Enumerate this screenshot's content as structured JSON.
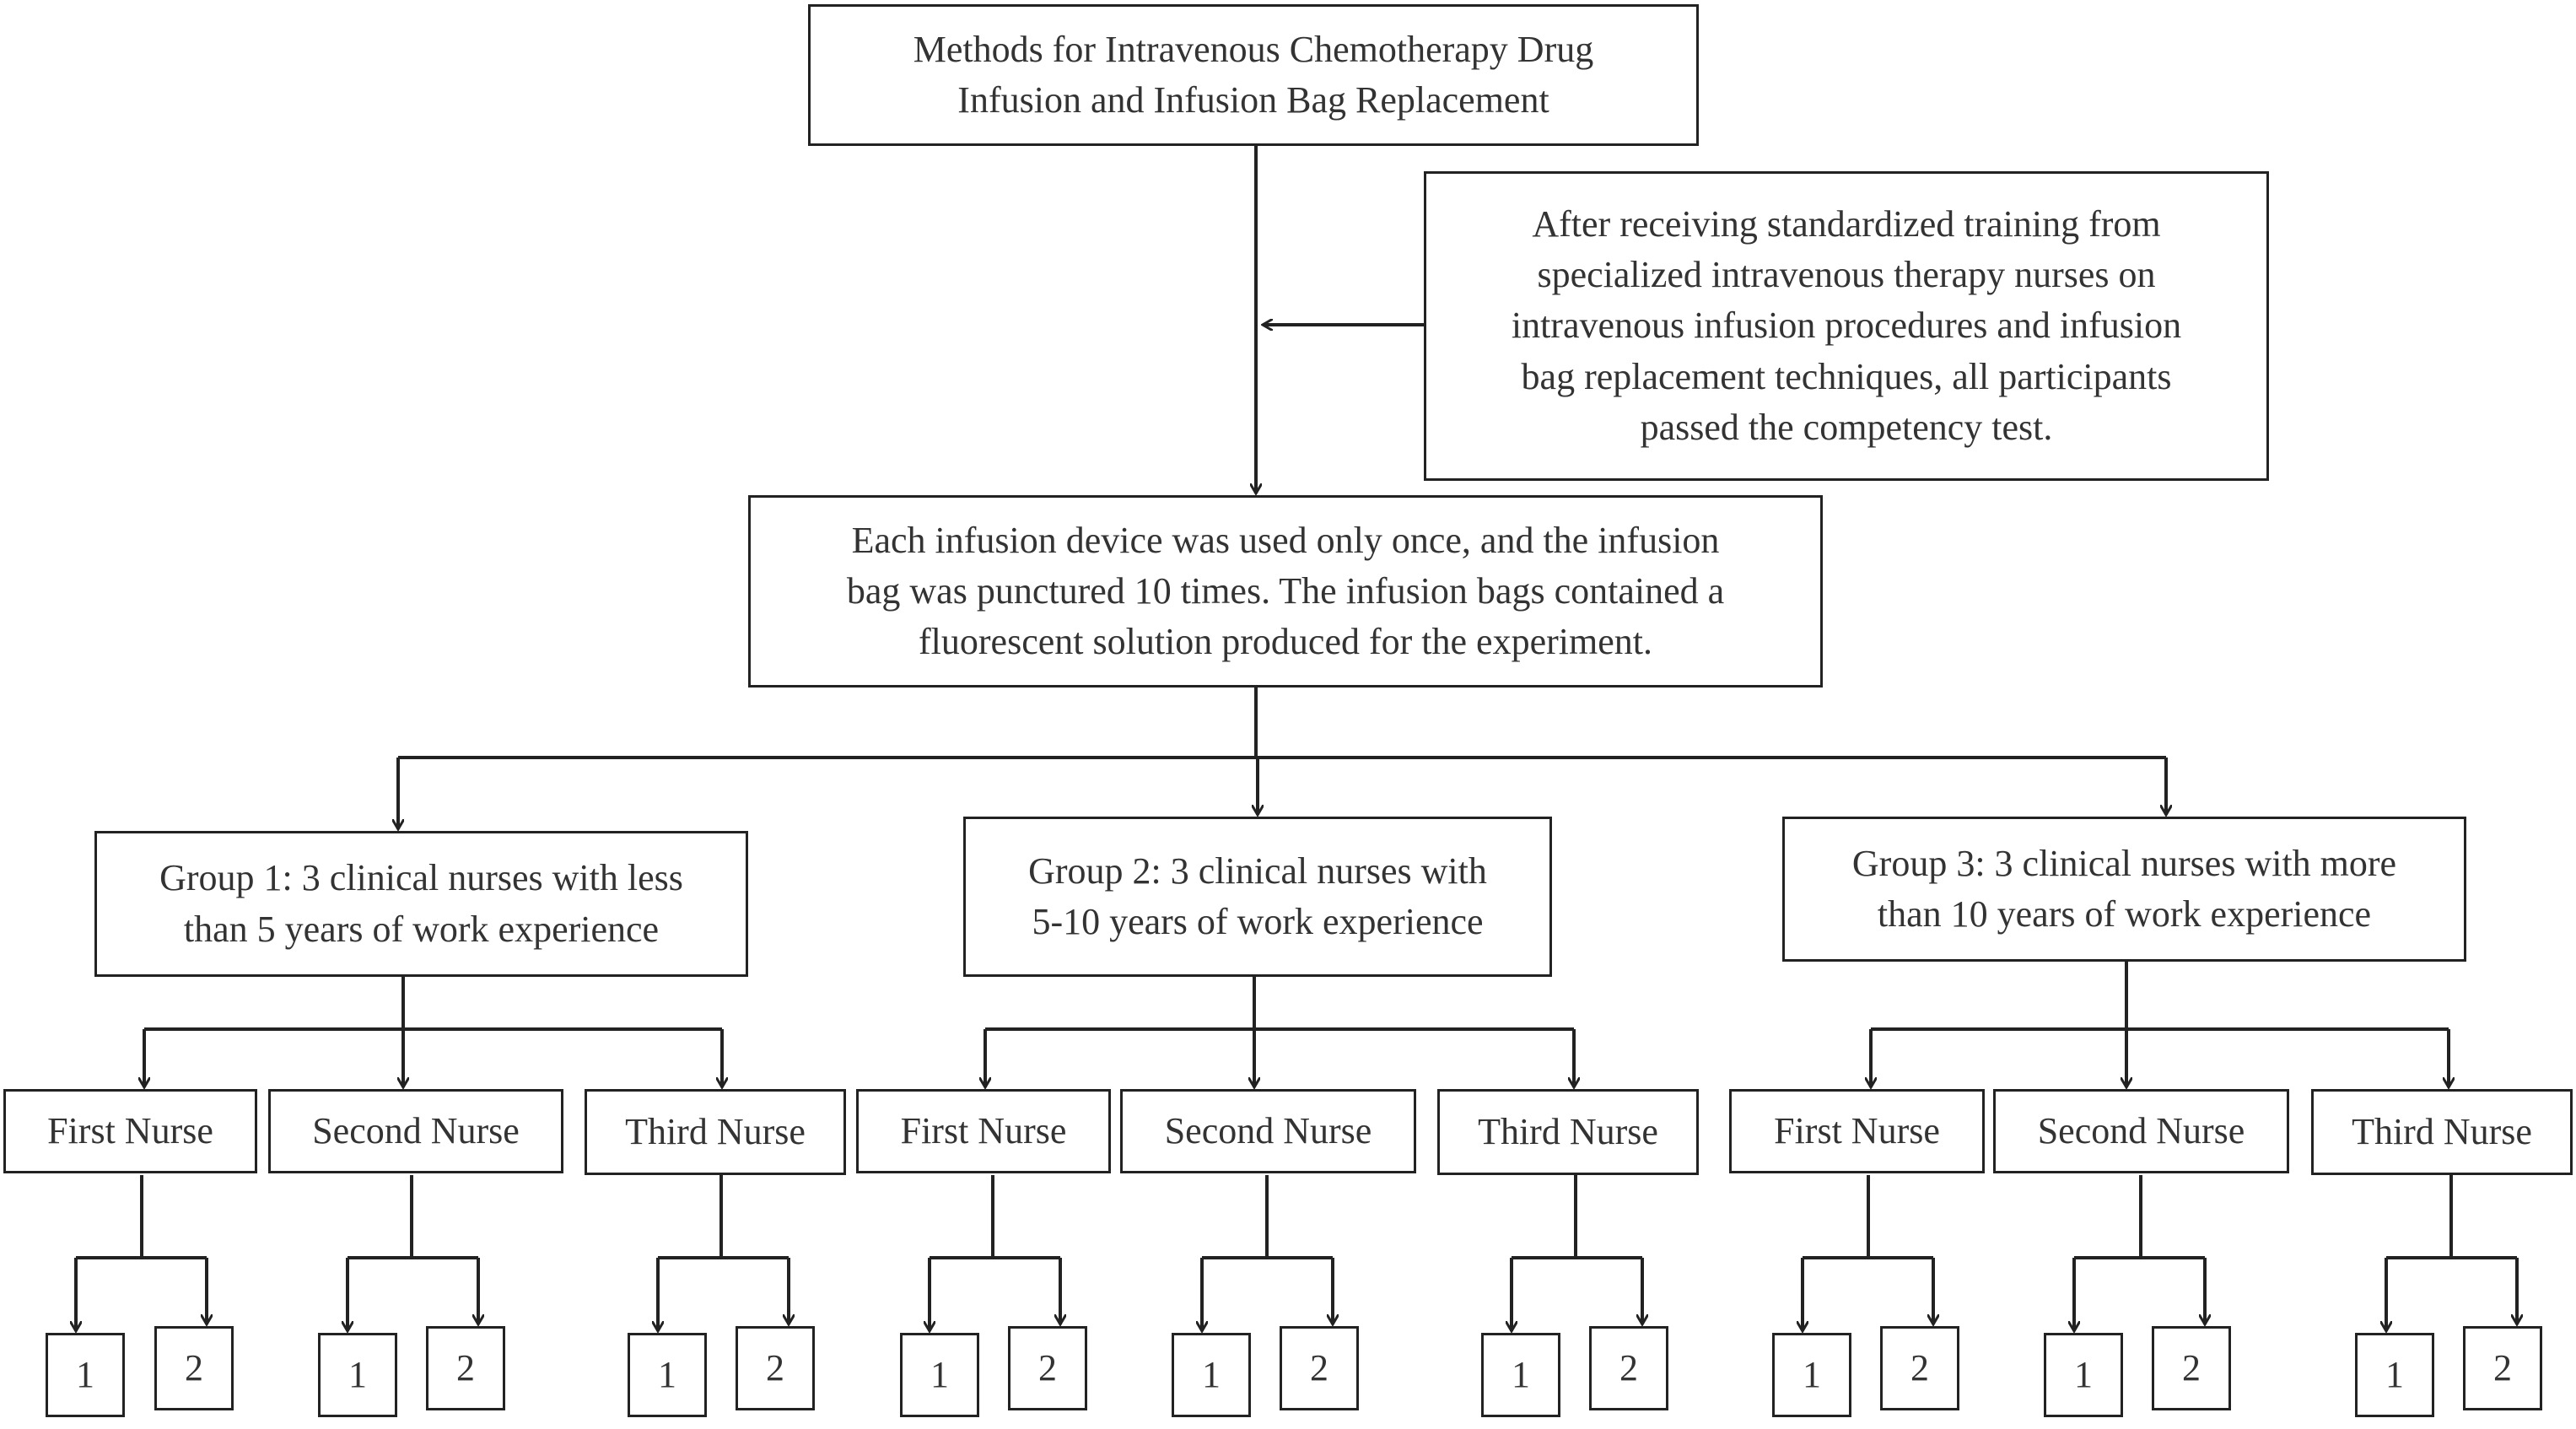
{
  "title": {
    "line1": "Methods for Intravenous Chemotherapy Drug",
    "line2": "Infusion and Infusion Bag Replacement"
  },
  "training": {
    "line1": "After receiving standardized training from",
    "line2": "specialized intravenous therapy nurses on",
    "line3": "intravenous infusion procedures and infusion",
    "line4": "bag replacement techniques, all participants",
    "line5": "passed the competency test."
  },
  "device": {
    "line1": "Each infusion device was used only once, and the infusion",
    "line2": "bag was punctured 10 times. The infusion bags contained a",
    "line3": "fluorescent solution produced for the experiment."
  },
  "groups": [
    {
      "line1": "Group 1: 3 clinical nurses with less",
      "line2": "than 5 years of work experience",
      "nurses": [
        {
          "label": "First Nurse",
          "trials": [
            "1",
            "2"
          ]
        },
        {
          "label": "Second Nurse",
          "trials": [
            "1",
            "2"
          ]
        },
        {
          "label": "Third Nurse",
          "trials": [
            "1",
            "2"
          ]
        }
      ]
    },
    {
      "line1": "Group 2: 3 clinical nurses with",
      "line2": "5-10 years of work experience",
      "nurses": [
        {
          "label": "First Nurse",
          "trials": [
            "1",
            "2"
          ]
        },
        {
          "label": "Second Nurse",
          "trials": [
            "1",
            "2"
          ]
        },
        {
          "label": "Third Nurse",
          "trials": [
            "1",
            "2"
          ]
        }
      ]
    },
    {
      "line1": "Group 3: 3 clinical nurses with more",
      "line2": "than 10 years of work experience",
      "nurses": [
        {
          "label": "First Nurse",
          "trials": [
            "1",
            "2"
          ]
        },
        {
          "label": "Second Nurse",
          "trials": [
            "1",
            "2"
          ]
        },
        {
          "label": "Third Nurse",
          "trials": [
            "1",
            "2"
          ]
        }
      ]
    }
  ],
  "colors": {
    "line": "#222222",
    "text": "#333333",
    "background": "#ffffff"
  }
}
